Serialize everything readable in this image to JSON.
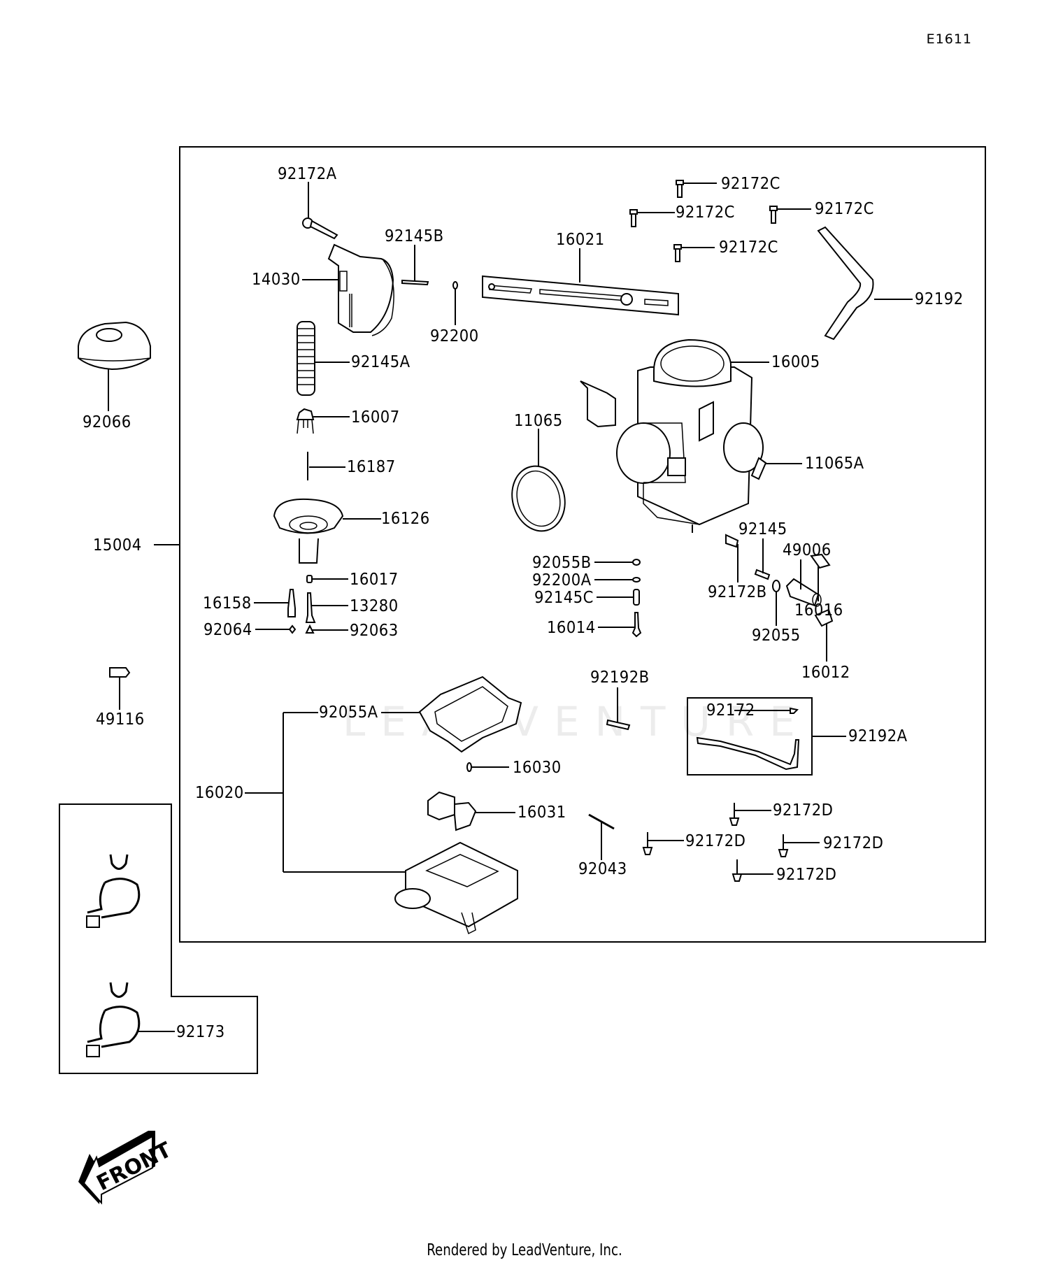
{
  "diagram_code": "E1611",
  "footer": "Rendered by LeadVenture, Inc.",
  "watermark": "LEADVENTURE",
  "front_arrow_label": "FRONT",
  "labels": {
    "p92172A": "92172A",
    "p92145B": "92145B",
    "p14030": "14030",
    "p92200": "92200",
    "p16021": "16021",
    "p92172C_1": "92172C",
    "p92172C_2": "92172C",
    "p92172C_3": "92172C",
    "p92172C_4": "92172C",
    "p92192": "92192",
    "p92066": "92066",
    "p92145A": "92145A",
    "p16005": "16005",
    "p16007": "16007",
    "p11065": "11065",
    "p16187": "16187",
    "p11065A": "11065A",
    "p16126": "16126",
    "p15004": "15004",
    "p92145": "92145",
    "p49006": "49006",
    "p92055B": "92055B",
    "p92200A": "92200A",
    "p92145C": "92145C",
    "p16017": "16017",
    "p16158": "16158",
    "p13280": "13280",
    "p92064": "92064",
    "p92063": "92063",
    "p16014": "16014",
    "p92172B": "92172B",
    "p16016": "16016",
    "p92055": "92055",
    "p16012": "16012",
    "p49116": "49116",
    "p92192B": "92192B",
    "p92055A": "92055A",
    "p92172": "92172",
    "p92192A": "92192A",
    "p16030": "16030",
    "p16020": "16020",
    "p16031": "16031",
    "p92172D_1": "92172D",
    "p92043": "92043",
    "p92172D_2": "92172D",
    "p92172D_3": "92172D",
    "p92172D_4": "92172D",
    "p92173": "92173"
  }
}
